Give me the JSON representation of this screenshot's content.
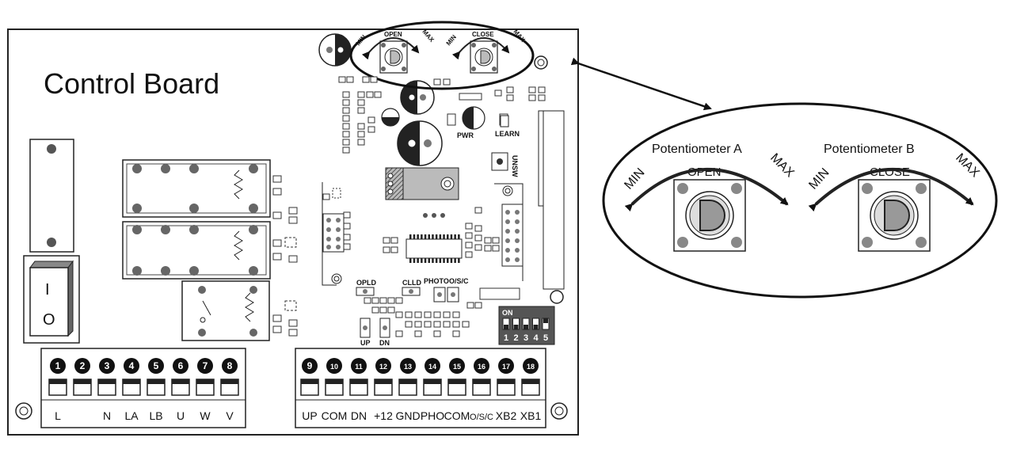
{
  "board_title": "Control Board",
  "left_terminals": {
    "numbers": [
      "1",
      "2",
      "3",
      "4",
      "5",
      "6",
      "7",
      "8"
    ],
    "labels": [
      "L",
      "",
      "N",
      "LA",
      "LB",
      "U",
      "W",
      "V"
    ]
  },
  "right_terminals": {
    "numbers": [
      "9",
      "10",
      "11",
      "12",
      "13",
      "14",
      "15",
      "16",
      "17",
      "18"
    ],
    "labels": [
      "UP",
      "COM",
      "DN",
      "+12",
      "GND",
      "PHO",
      "COM",
      "O/S/C",
      "XB2",
      "XB1"
    ]
  },
  "switch_labels": {
    "on": "I",
    "off": "O"
  },
  "board_pots": {
    "min": "MIN",
    "max": "MAX",
    "open": "OPEN",
    "close": "CLOSE"
  },
  "board_labels": {
    "pwr": "PWR",
    "learn": "LEARN",
    "unsw": "UNSW",
    "opld": "OPLD",
    "clld": "CLLD",
    "photo": "PHOTO",
    "osc": "O/S/C",
    "up": "UP",
    "dn": "DN"
  },
  "dip_switch": {
    "on_label": "ON",
    "numbers": [
      "1",
      "2",
      "3",
      "4",
      "5"
    ]
  },
  "zoom": {
    "pot_a_title": "Potentiometer A",
    "pot_a_label": "OPEN",
    "pot_b_title": "Potentiometer B",
    "pot_b_label": "CLOSE",
    "min": "MIN",
    "max": "MAX"
  }
}
